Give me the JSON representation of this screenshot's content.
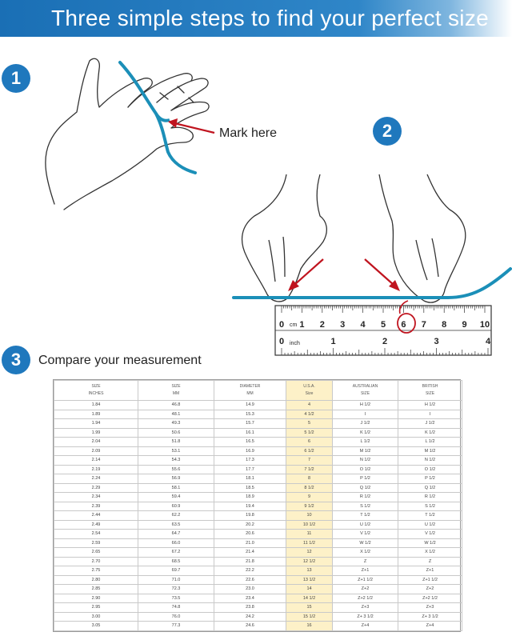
{
  "banner": {
    "title": "Three simple steps to find your perfect size"
  },
  "steps": {
    "one": "1",
    "two": "2",
    "three": "3"
  },
  "mark_here": "Mark here",
  "compare": "Compare your measurement",
  "ruler": {
    "cm_label": "cm",
    "inch_label": "inch",
    "cm_numbers": [
      "0",
      "1",
      "2",
      "3",
      "4",
      "5",
      "6",
      "7",
      "8",
      "9",
      "10"
    ],
    "inch_numbers": [
      "0",
      "1",
      "2",
      "3",
      "4"
    ]
  },
  "colors": {
    "accent": "#1f78bd",
    "string": "#1b8fb8",
    "marker": "#c0141f",
    "usa_column": "#fdf1c8"
  },
  "table": {
    "headers": [
      [
        "SIZE",
        "INCHES"
      ],
      [
        "SIZE",
        "MM"
      ],
      [
        "DIAMETER",
        "MM"
      ],
      [
        "U.S.A.",
        "Size"
      ],
      [
        "AUSTRALIAN",
        "SIZE"
      ],
      [
        "BRITISH",
        "SIZE"
      ]
    ],
    "rows": [
      [
        "1.84",
        "46.8",
        "14.9",
        "4",
        "H 1/2",
        "H 1/2"
      ],
      [
        "1.89",
        "48.1",
        "15.3",
        "4 1/2",
        "I",
        "I"
      ],
      [
        "1.94",
        "49.3",
        "15.7",
        "5",
        "J 1/2",
        "J 1/2"
      ],
      [
        "1.99",
        "50.6",
        "16.1",
        "5 1/2",
        "K 1/2",
        "K 1/2"
      ],
      [
        "2.04",
        "51.8",
        "16.5",
        "6",
        "L 1/2",
        "L 1/2"
      ],
      [
        "2.09",
        "53.1",
        "16.9",
        "6 1/2",
        "M 1/2",
        "M 1/2"
      ],
      [
        "2.14",
        "54.3",
        "17.3",
        "7",
        "N 1/2",
        "N 1/2"
      ],
      [
        "2.19",
        "55.6",
        "17.7",
        "7 1/2",
        "O 1/2",
        "O 1/2"
      ],
      [
        "2.24",
        "56.9",
        "18.1",
        "8",
        "P 1/2",
        "P 1/2"
      ],
      [
        "2.29",
        "58.1",
        "18.5",
        "8 1/2",
        "Q 1/2",
        "Q 1/2"
      ],
      [
        "2.34",
        "59.4",
        "18.9",
        "9",
        "R 1/2",
        "R 1/2"
      ],
      [
        "2.39",
        "60.9",
        "19.4",
        "9 1/2",
        "S 1/2",
        "S 1/2"
      ],
      [
        "2.44",
        "62.2",
        "19.8",
        "10",
        "T 1/2",
        "T 1/2"
      ],
      [
        "2.49",
        "63.5",
        "20.2",
        "10 1/2",
        "U 1/2",
        "U 1/2"
      ],
      [
        "2.54",
        "64.7",
        "20.6",
        "11",
        "V 1/2",
        "V 1/2"
      ],
      [
        "2.59",
        "66.0",
        "21.0",
        "11 1/2",
        "W 1/2",
        "W 1/2"
      ],
      [
        "2.65",
        "67.2",
        "21.4",
        "12",
        "X 1/2",
        "X 1/2"
      ],
      [
        "2.70",
        "68.5",
        "21.8",
        "12 1/2",
        "Z",
        "Z"
      ],
      [
        "2.75",
        "69.7",
        "22.2",
        "13",
        "Z+1",
        "Z+1"
      ],
      [
        "2.80",
        "71.0",
        "22.6",
        "13 1/2",
        "Z+1 1/2",
        "Z+1 1/2"
      ],
      [
        "2.85",
        "72.3",
        "23.0",
        "14",
        "Z+2",
        "Z+2"
      ],
      [
        "2.90",
        "73.5",
        "23.4",
        "14 1/2",
        "Z+2 1/2",
        "Z+2 1/2"
      ],
      [
        "2.95",
        "74.8",
        "23.8",
        "15",
        "Z+3",
        "Z+3"
      ],
      [
        "3.00",
        "76.0",
        "24.2",
        "15 1/2",
        "Z+ 3 1/2",
        "Z+ 3 1/2"
      ],
      [
        "3.05",
        "77.3",
        "24.6",
        "16",
        "Z+4",
        "Z+4"
      ]
    ]
  }
}
